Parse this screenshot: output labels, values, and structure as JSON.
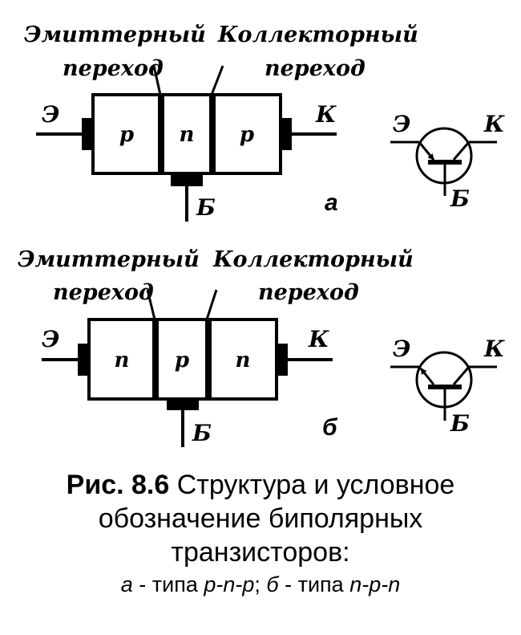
{
  "diagram_a": {
    "emitter_junction": [
      "Эмиттерный",
      "переход"
    ],
    "collector_junction": [
      "Коллекторный",
      "переход"
    ],
    "regions": [
      "p",
      "n",
      "p"
    ],
    "terminal_emitter": "Э",
    "terminal_collector": "К",
    "terminal_base": "Б",
    "sublabel": "а",
    "symbol_emitter": "Э",
    "symbol_collector": "К",
    "symbol_base": "Б"
  },
  "diagram_b": {
    "emitter_junction": [
      "Эмиттерный",
      "переход"
    ],
    "collector_junction": [
      "Коллекторный",
      "переход"
    ],
    "regions": [
      "n",
      "p",
      "n"
    ],
    "terminal_emitter": "Э",
    "terminal_collector": "К",
    "terminal_base": "Б",
    "sublabel": "б",
    "symbol_emitter": "Э",
    "symbol_collector": "К",
    "symbol_base": "Б"
  },
  "caption": {
    "figure_number": "Рис. 8.6",
    "line1_rest": " Структура и условное",
    "line2": "обозначение биполярных",
    "line3": "транзисторов:",
    "sub_a_letter": "а",
    "sub_a_text": " - типа ",
    "sub_a_type": "p-n-p",
    "separator": "; ",
    "sub_b_letter": "б",
    "sub_b_text": " - типа ",
    "sub_b_type": "n-p-n"
  }
}
